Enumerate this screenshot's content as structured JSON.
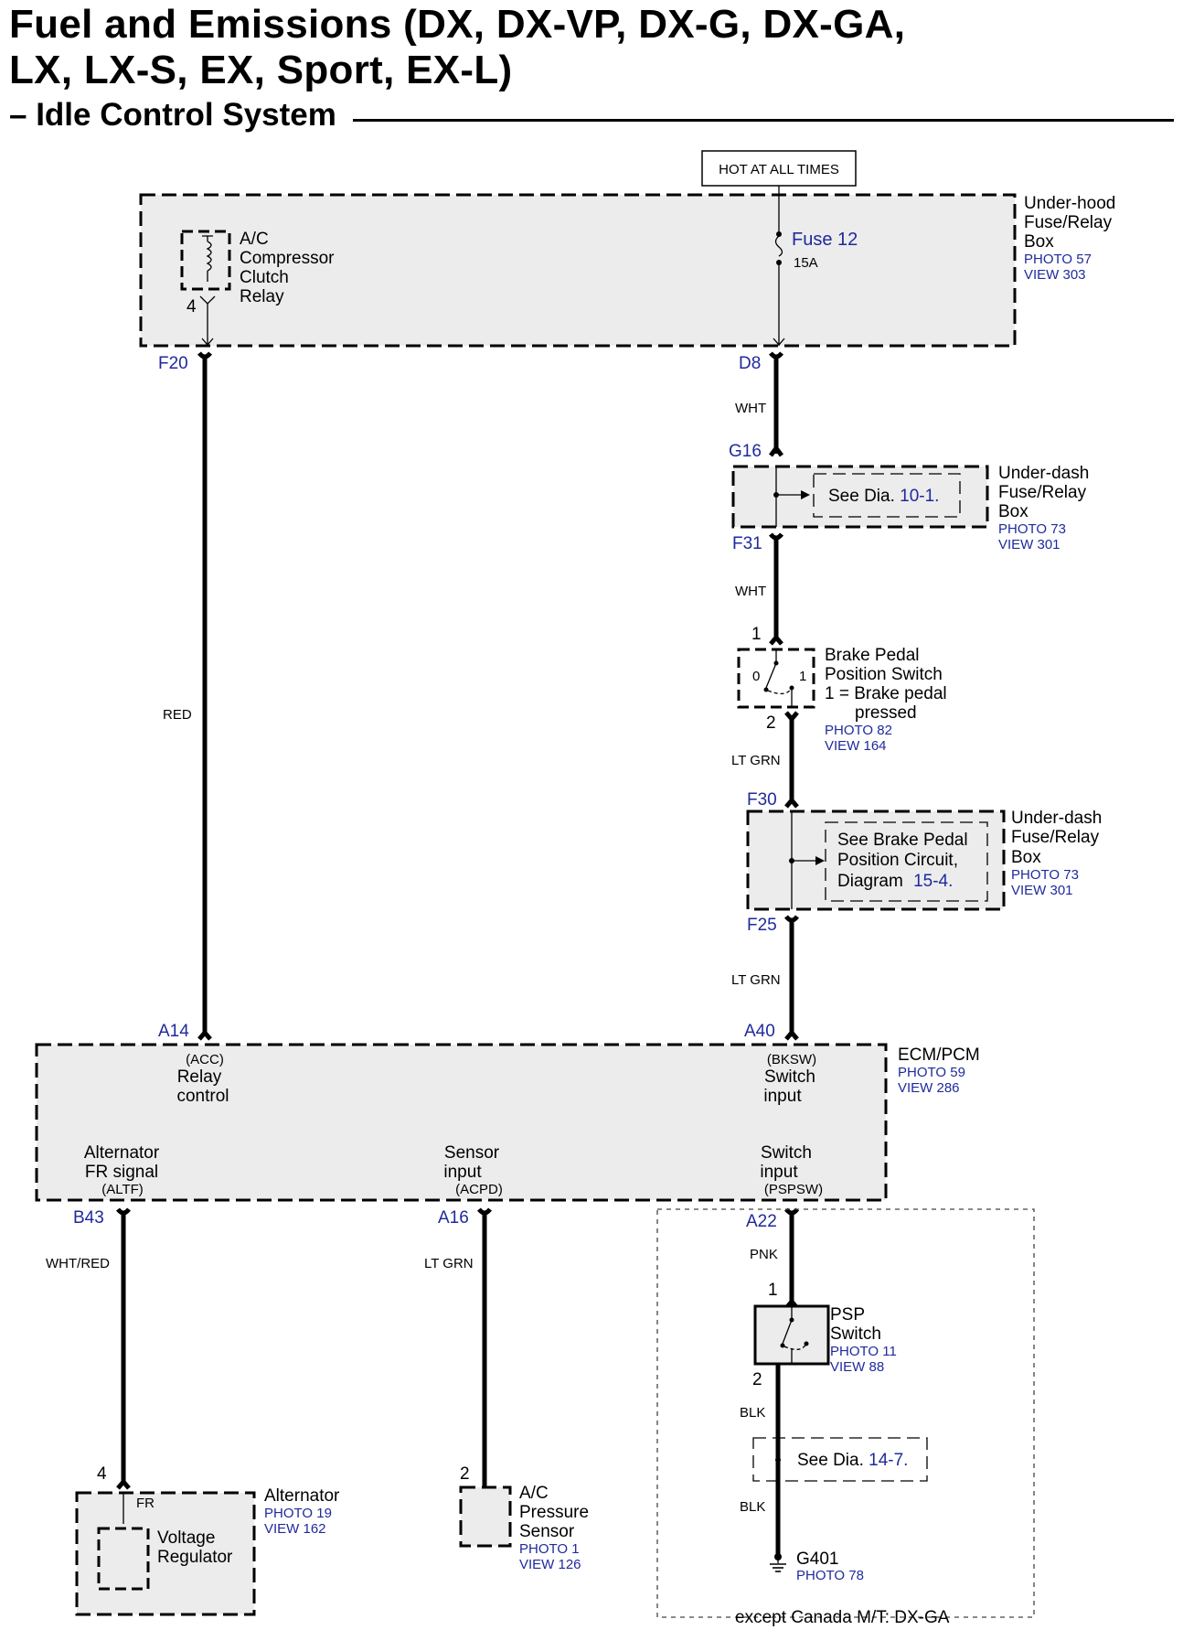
{
  "title": {
    "line1": "Fuel and Emissions (DX, DX-VP, DX-G, DX-GA,",
    "line2": "LX, LX-S, EX, Sport, EX-L)",
    "subtitle": "– Idle Control System"
  },
  "power": {
    "label": "HOT AT ALL TIMES"
  },
  "underhood_box": {
    "name_l1": "Under-hood",
    "name_l2": "Fuse/Relay",
    "name_l3": "Box",
    "photo": "PHOTO 57",
    "view": "VIEW 303",
    "relay_l1": "A/C",
    "relay_l2": "Compressor",
    "relay_l3": "Clutch",
    "relay_l4": "Relay",
    "relay_pin": "4",
    "fuse_name": "Fuse 12",
    "fuse_rating": "15A",
    "term_left": "F20",
    "term_right": "D8"
  },
  "wires": {
    "red": "RED",
    "wht1": "WHT",
    "wht2": "WHT",
    "ltgrn1": "LT GRN",
    "ltgrn2": "LT GRN",
    "whtred": "WHT/RED",
    "ltgrn3": "LT GRN",
    "pnk": "PNK",
    "blk1": "BLK",
    "blk2": "BLK"
  },
  "underdash_box1": {
    "term_top": "G16",
    "term_bottom": "F31",
    "see": "See  Dia.",
    "see_ref": "10-1.",
    "name_l1": "Under-dash",
    "name_l2": "Fuse/Relay",
    "name_l3": "Box",
    "photo": "PHOTO 73",
    "view": "VIEW 301"
  },
  "brake_switch": {
    "pin_top": "1",
    "pin_bottom": "2",
    "pos0": "0",
    "pos1": "1",
    "name_l1": "Brake Pedal",
    "name_l2": "Position Switch",
    "name_l3": "1 = Brake pedal",
    "name_l4": "pressed",
    "photo": "PHOTO 82",
    "view": "VIEW 164"
  },
  "underdash_box2": {
    "term_top": "F30",
    "term_bottom": "F25",
    "see_l1": "See Brake Pedal",
    "see_l2": "Position Circuit,",
    "see_l3": "Diagram",
    "see_ref": "15-4.",
    "name_l1": "Under-dash",
    "name_l2": "Fuse/Relay",
    "name_l3": "Box",
    "photo": "PHOTO 73",
    "view": "VIEW 301"
  },
  "ecm": {
    "name": "ECM/PCM",
    "photo": "PHOTO 59",
    "view": "VIEW 286",
    "a14": "A14",
    "a40": "A40",
    "acc_code": "(ACC)",
    "acc_l1": "Relay",
    "acc_l2": "control",
    "bksw_code": "(BKSW)",
    "bksw_l1": "Switch",
    "bksw_l2": "input",
    "altf_l1": "Alternator",
    "altf_l2": "FR signal",
    "altf_code": "(ALTF)",
    "acpd_l1": "Sensor",
    "acpd_l2": "input",
    "acpd_code": "(ACPD)",
    "pspsw_l1": "Switch",
    "pspsw_l2": "input",
    "pspsw_code": "(PSPSW)",
    "b43": "B43",
    "a16": "A16",
    "a22": "A22"
  },
  "alternator": {
    "pin": "4",
    "fr": "FR",
    "name": "Alternator",
    "photo": "PHOTO 19",
    "view": "VIEW 162",
    "reg_l1": "Voltage",
    "reg_l2": "Regulator"
  },
  "ac_sensor": {
    "pin": "2",
    "name_l1": "A/C",
    "name_l2": "Pressure",
    "name_l3": "Sensor",
    "photo": "PHOTO 1",
    "view": "VIEW 126"
  },
  "psp_switch": {
    "pin_top": "1",
    "pin_bottom": "2",
    "name_l1": "PSP",
    "name_l2": "Switch",
    "photo": "PHOTO 11",
    "view": "VIEW 88",
    "see": "See Dia.",
    "see_ref": "14-7.",
    "ground": "G401",
    "ground_photo": "PHOTO 78",
    "note": "except Canada M/T: DX-GA"
  }
}
